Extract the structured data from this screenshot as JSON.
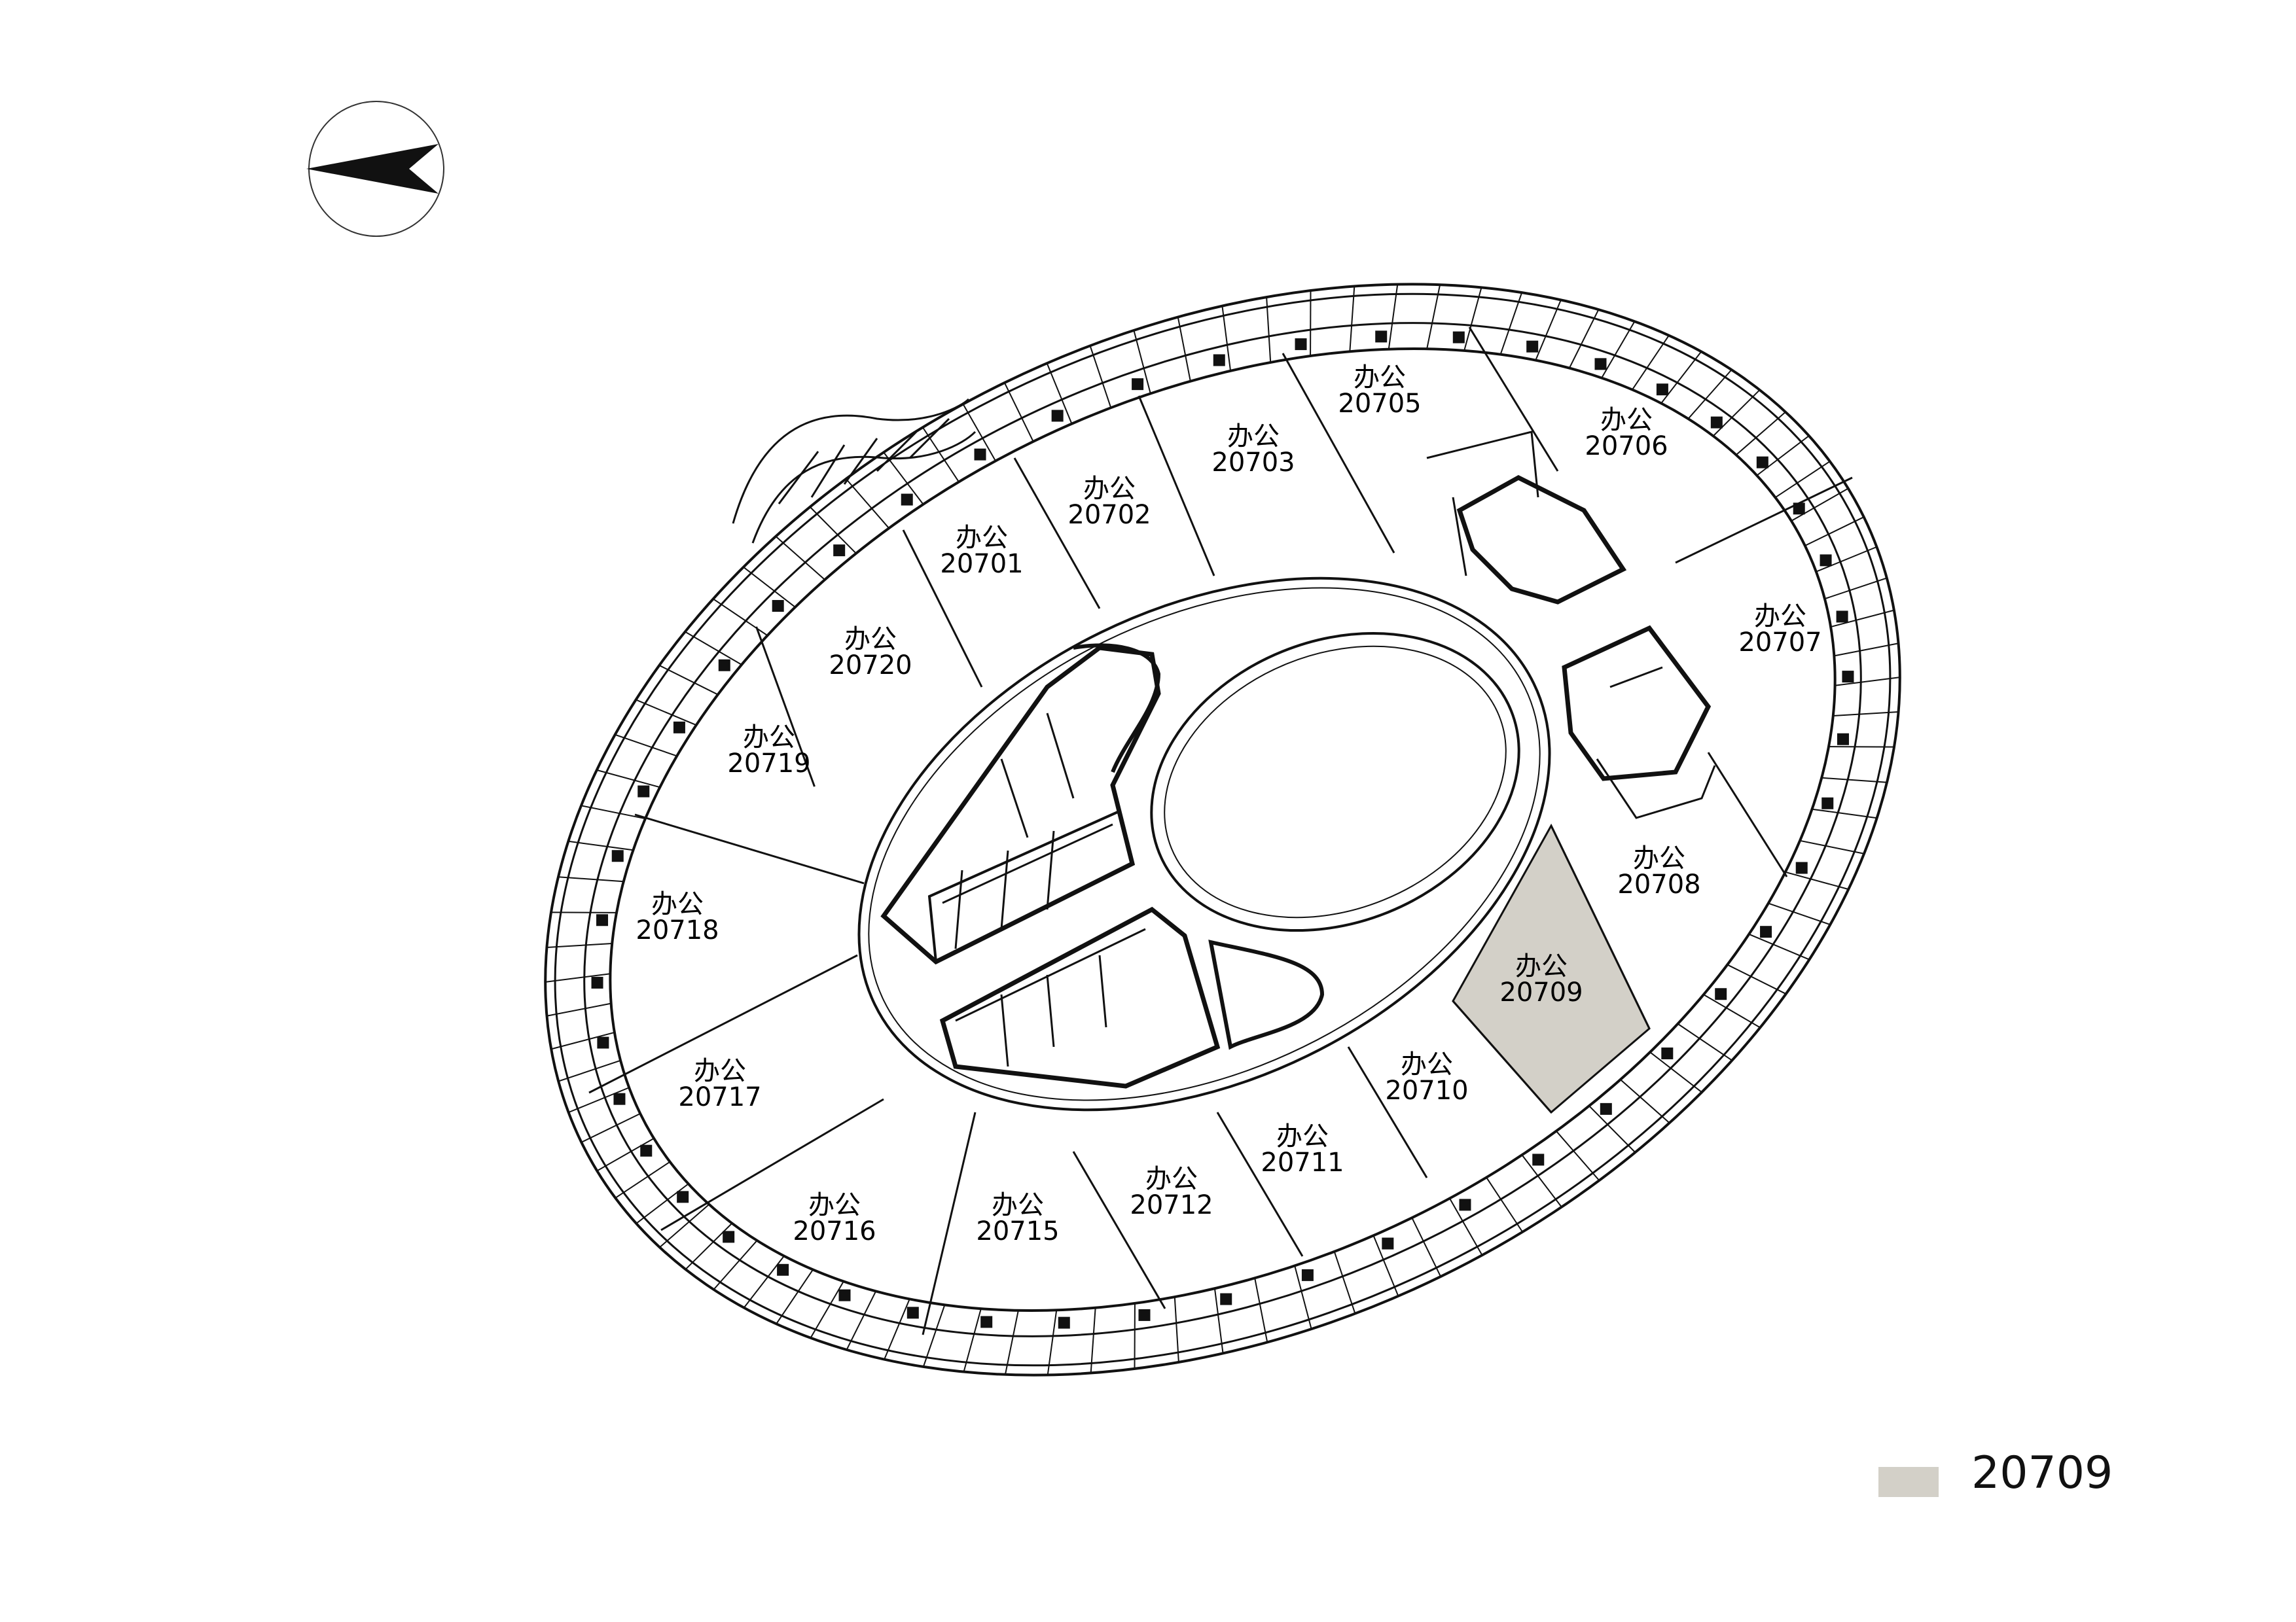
{
  "plan": {
    "highlight_color": "#d3d0c8",
    "line_color": "#111111",
    "compass": {
      "icon": "north-arrow-icon"
    },
    "units": [
      {
        "id": "20701",
        "use": "办公",
        "highlighted": false
      },
      {
        "id": "20702",
        "use": "办公",
        "highlighted": false
      },
      {
        "id": "20703",
        "use": "办公",
        "highlighted": false
      },
      {
        "id": "20705",
        "use": "办公",
        "highlighted": false
      },
      {
        "id": "20706",
        "use": "办公",
        "highlighted": false
      },
      {
        "id": "20707",
        "use": "办公",
        "highlighted": false
      },
      {
        "id": "20708",
        "use": "办公",
        "highlighted": false
      },
      {
        "id": "20709",
        "use": "办公",
        "highlighted": true
      },
      {
        "id": "20710",
        "use": "办公",
        "highlighted": false
      },
      {
        "id": "20711",
        "use": "办公",
        "highlighted": false
      },
      {
        "id": "20712",
        "use": "办公",
        "highlighted": false
      },
      {
        "id": "20715",
        "use": "办公",
        "highlighted": false
      },
      {
        "id": "20716",
        "use": "办公",
        "highlighted": false
      },
      {
        "id": "20717",
        "use": "办公",
        "highlighted": false
      },
      {
        "id": "20718",
        "use": "办公",
        "highlighted": false
      },
      {
        "id": "20719",
        "use": "办公",
        "highlighted": false
      },
      {
        "id": "20720",
        "use": "办公",
        "highlighted": false
      }
    ]
  },
  "legend": {
    "label": "20709"
  }
}
